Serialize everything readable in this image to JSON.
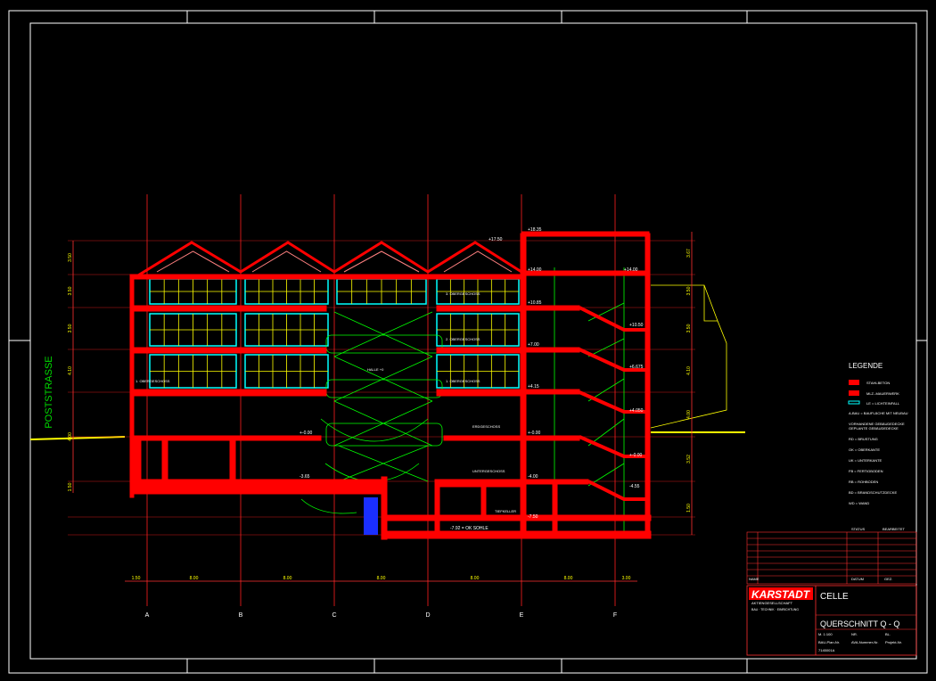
{
  "colors": {
    "background": "#000000",
    "frame": "#ffffff",
    "wall": "#ff0000",
    "grid": "#ff2020",
    "window": "#00ffff",
    "stair": "#00ff00",
    "dimension": "#ffff00",
    "window_frame": "#ffff00",
    "ground": "#ffff00",
    "street_label": "#00dd00",
    "text_light": "#ffffff"
  },
  "street_label": "POSTSTRASSE",
  "axes": [
    "A",
    "B",
    "C",
    "D",
    "E",
    "F"
  ],
  "bottom_dimensions": [
    "1.50",
    "8.00",
    "8.00",
    "8.00",
    "8.00",
    "8.00",
    "3.00"
  ],
  "left_dimensions": [
    "3.50",
    "3.50",
    "3.50",
    "4.10",
    "4.00",
    "1.50"
  ],
  "right_dimensions": [
    "3.67",
    "3.50",
    "3.50",
    "4.10",
    "4.00",
    "3.52",
    "1.50"
  ],
  "elevations": {
    "roof_top": "+17.50",
    "stair_top": "+18.35",
    "l4": "+14.00",
    "l3": "+10.85",
    "l3b": "+10.50",
    "l2": "+7.00",
    "l2b": "+6.675",
    "l1": "+4.15",
    "l1b": "+4.050",
    "ground": "+-0.00",
    "gb": "+-0.00",
    "b1": "-4.00",
    "b1b": "-3.65",
    "b2": "-7.50",
    "b2b": "-4.55",
    "b2c": "-7.92 = OK SOHLE"
  },
  "room_labels": [
    "3. OBERGESCHOSS",
    "2. OBERGESCHOSS",
    "1. OBERGESCHOSS",
    "ERDGESCHOSS",
    "UNTERGESCHOSS",
    "TIEFKELLER",
    "HALLE +0",
    "+-0.00"
  ],
  "legend": {
    "title": "LEGENDE",
    "items": [
      {
        "label": "STAHLBETON",
        "swatch": "#ff0000"
      },
      {
        "label": "MLZ.-MAUERWERK",
        "swatch": "#ff0000"
      },
      {
        "label": "LE = LICHTEINFALL",
        "swatch": "#00ffff"
      }
    ],
    "notes": [
      "A-BAU = BAUFLÄCHE MIT NEUBAU",
      "VORHANDENE GEBÄUDEDECKE",
      "GEPLANTE GEBÄUDEDECKE",
      "RD = BRUSTUNG",
      "OK = OBERKANTE",
      "UK = UNTERKANTE",
      "FB = FERTIGBODEN",
      "RB = ROHBODEN",
      "BD = BRANDSCHUTZDECKE",
      "WD = WAND"
    ]
  },
  "title_block": {
    "company": "KARSTADT",
    "company_sub": "AKTIENGESELLSCHAFT",
    "company_sub2": "BAU · TECHNIK · EINRICHTUNG",
    "city": "CELLE",
    "drawing_title": "QUERSCHNITT Q - Q",
    "header_cols": [
      "STATUS",
      "BEARBEITET"
    ],
    "footer_cols": [
      "NAME",
      "DATUM",
      "GEZ."
    ],
    "fields": [
      "M. 1:100",
      "NR.",
      "BL.",
      "BAU-Plan-Nr.",
      "AVA-Nummer-Nr.",
      "Projekt-Nr.",
      "7145001A"
    ]
  }
}
